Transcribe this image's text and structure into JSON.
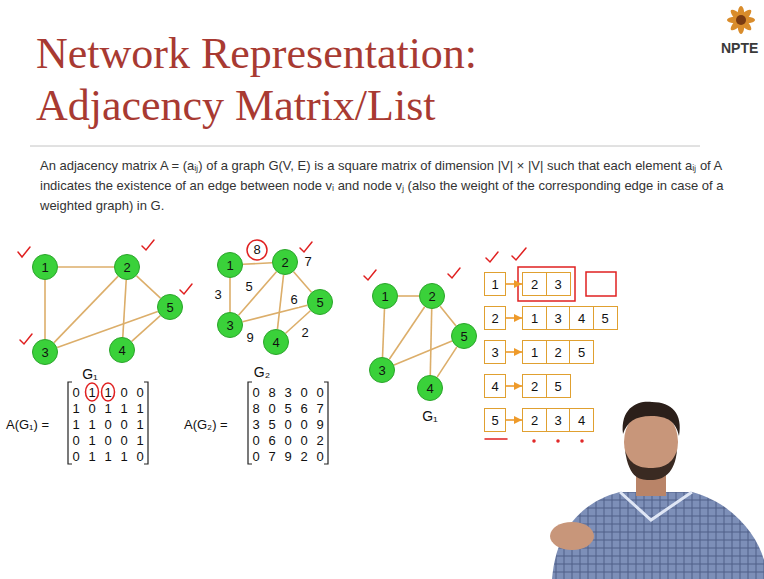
{
  "diagram": {
    "title": "Network Representation: Adjacency Matrix/List",
    "nodes": [
      {
        "text": [
          "1"
        ]
      },
      {
        "text": [
          "2"
        ]
      },
      {
        "text": [
          "3"
        ]
      },
      {
        "text": [
          "4"
        ]
      },
      {
        "text": [
          "5"
        ]
      },
      {
        "text": [
          "1"
        ]
      },
      {
        "text": [
          "2"
        ]
      },
      {
        "text": [
          "3"
        ]
      },
      {
        "text": [
          "4"
        ]
      },
      {
        "text": [
          "5"
        ]
      },
      {
        "text": [
          "1"
        ]
      },
      {
        "text": [
          "2"
        ]
      },
      {
        "text": [
          "3"
        ]
      },
      {
        "text": [
          "4"
        ]
      },
      {
        "text": [
          "5"
        ]
      },
      {
        "text": [
          "1"
        ]
      },
      {
        "text": [
          "2"
        ]
      },
      {
        "text": [
          "3"
        ]
      },
      {
        "text": [
          "4"
        ]
      },
      {
        "text": [
          "5"
        ]
      },
      {
        "text": [
          "2"
        ]
      },
      {
        "text": [
          "3"
        ]
      },
      {
        "text": [
          "1"
        ]
      },
      {
        "text": [
          "3"
        ]
      },
      {
        "text": [
          "4"
        ]
      },
      {
        "text": [
          "5"
        ]
      },
      {
        "text": [
          "1"
        ]
      },
      {
        "text": [
          "2"
        ]
      },
      {
        "text": [
          "5"
        ]
      },
      {
        "text": [
          "2"
        ]
      },
      {
        "text": [
          "5"
        ]
      },
      {
        "text": [
          "2"
        ]
      },
      {
        "text": [
          "3"
        ]
      },
      {
        "text": [
          "4"
        ]
      }
    ],
    "edges": [
      {
        "from": 0,
        "to": 1,
        "arrow": "none"
      },
      {
        "from": 0,
        "to": 2,
        "arrow": "none"
      },
      {
        "from": 1,
        "to": 2,
        "arrow": "none"
      },
      {
        "from": 1,
        "to": 3,
        "arrow": "none"
      },
      {
        "from": 1,
        "to": 4,
        "arrow": "none"
      },
      {
        "from": 2,
        "to": 4,
        "arrow": "none"
      },
      {
        "from": 3,
        "to": 4,
        "arrow": "none"
      },
      {
        "from": 5,
        "to": 6,
        "arrow": "none",
        "label": "8"
      },
      {
        "from": 5,
        "to": 7,
        "arrow": "none",
        "label": "3"
      },
      {
        "from": 6,
        "to": 7,
        "arrow": "none",
        "label": "5"
      },
      {
        "from": 6,
        "to": 8,
        "arrow": "none",
        "label": "6"
      },
      {
        "from": 6,
        "to": 9,
        "arrow": "none",
        "label": "7"
      },
      {
        "from": 7,
        "to": 9,
        "arrow": "none",
        "label": "9"
      },
      {
        "from": 8,
        "to": 9,
        "arrow": "none",
        "label": "2"
      },
      {
        "from": 10,
        "to": 11,
        "arrow": "none"
      },
      {
        "from": 10,
        "to": 12,
        "arrow": "none"
      },
      {
        "from": 11,
        "to": 12,
        "arrow": "none"
      },
      {
        "from": 11,
        "to": 13,
        "arrow": "none"
      },
      {
        "from": 11,
        "to": 14,
        "arrow": "none"
      },
      {
        "from": 12,
        "to": 14,
        "arrow": "none"
      },
      {
        "from": 13,
        "to": 14,
        "arrow": "none"
      },
      {
        "from": 15,
        "to": 20,
        "arrow": "to"
      },
      {
        "from": 16,
        "to": 22,
        "arrow": "to"
      },
      {
        "from": 17,
        "to": 26,
        "arrow": "to"
      },
      {
        "from": 18,
        "to": 29,
        "arrow": "to"
      },
      {
        "from": 19,
        "to": 31,
        "arrow": "to"
      }
    ],
    "labels": [
      "An adjacency matrix A = (aᵢⱼ) of a graph G(V, E) is a square matrix of dimension |V| × |V| such that each element aᵢⱼ of A indicates the existence of an edge between node vᵢ and node vⱼ (also the weight of the corresponding edge in case of a weighted graph) in G.",
      "NPTE",
      "G₁",
      "A(G₁) =",
      "0",
      "1",
      "1",
      "0",
      "0",
      "1",
      "0",
      "1",
      "1",
      "1",
      "1",
      "1",
      "0",
      "0",
      "1",
      "0",
      "1",
      "0",
      "0",
      "1",
      "0",
      "1",
      "1",
      "1",
      "0",
      "G₂",
      "A(G₂) =",
      "0",
      "8",
      "3",
      "0",
      "0",
      "8",
      "0",
      "5",
      "6",
      "7",
      "3",
      "5",
      "0",
      "0",
      "9",
      "0",
      "6",
      "0",
      "0",
      "2",
      "0",
      "7",
      "9",
      "2",
      "0",
      "G₁"
    ]
  }
}
